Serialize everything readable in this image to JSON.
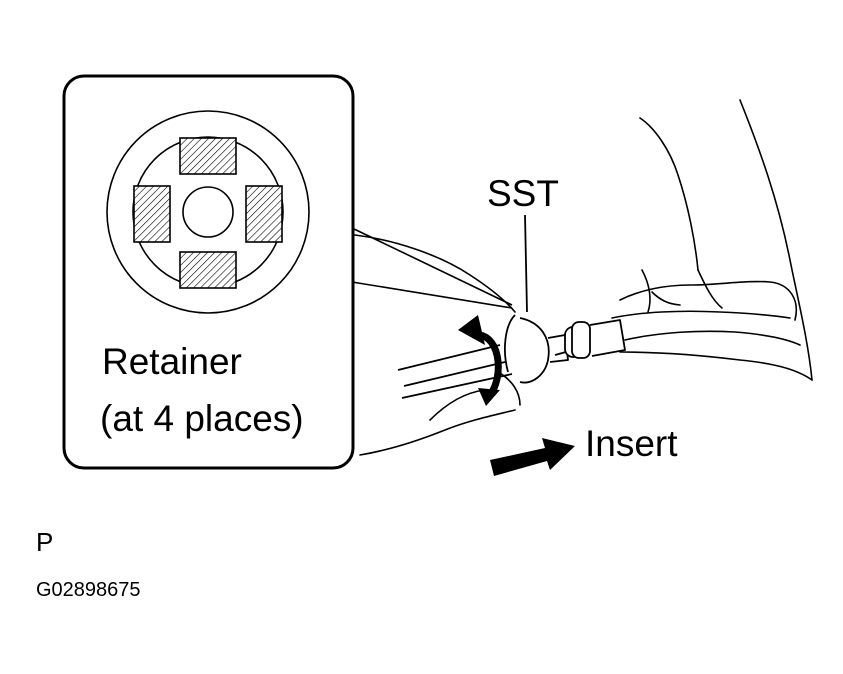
{
  "figure": {
    "tool_label": "SST",
    "callout_line1": "Retainer",
    "callout_line2": "(at 4 places)",
    "arrow_label": "Insert",
    "view_marker": "P",
    "figure_code": "G02898675"
  },
  "colors": {
    "ink": "#000000",
    "background": "#ffffff"
  }
}
